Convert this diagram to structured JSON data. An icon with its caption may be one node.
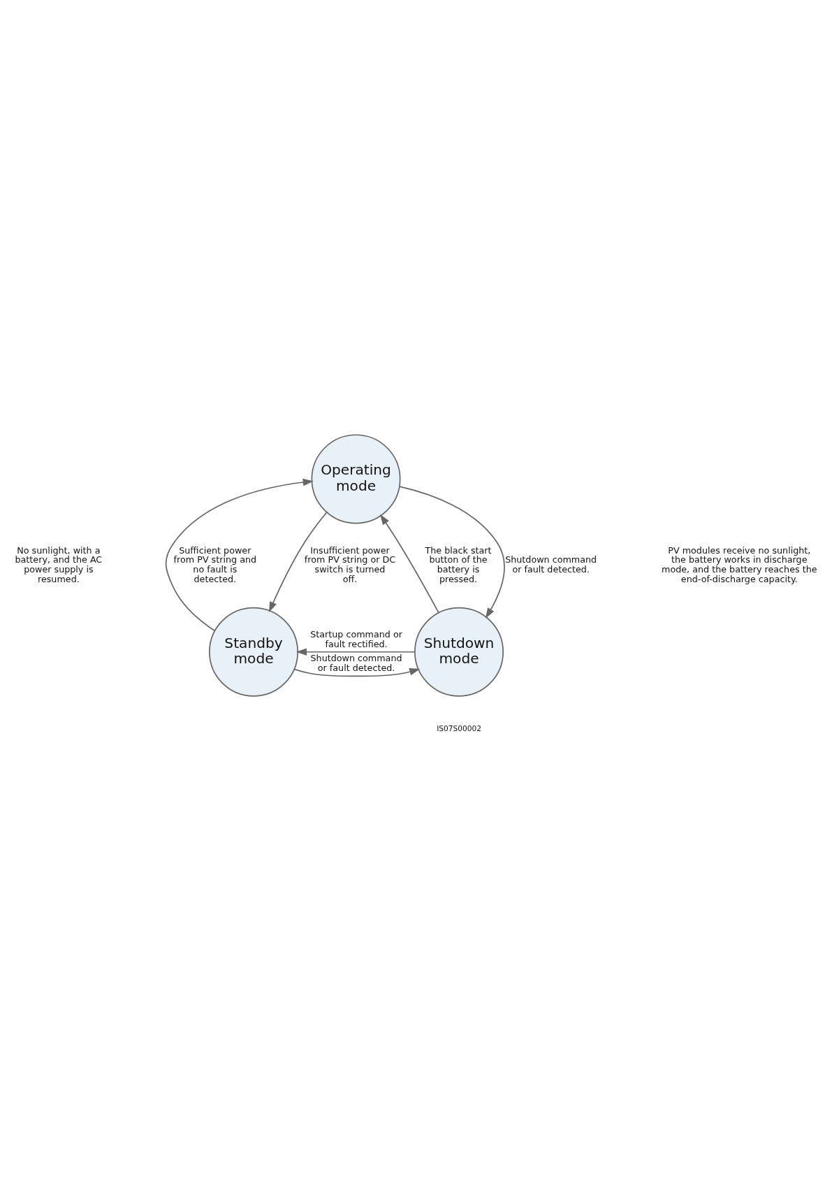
{
  "diagram": {
    "nodes": [
      {
        "text": [
          "Operating mode"
        ]
      },
      {
        "text": [
          "Standby mode"
        ]
      },
      {
        "text": [
          "Shutdown mode"
        ]
      }
    ],
    "edges": [
      {
        "from": 1,
        "to": 0,
        "arrow": "to",
        "label": "Sufficient power from PV string and no fault is detected."
      },
      {
        "from": 0,
        "to": 1,
        "arrow": "to",
        "label": "Insufficient power from PV string or DC switch is turned off."
      },
      {
        "from": 2,
        "to": 0,
        "arrow": "to",
        "label": "The black start button of the battery is pressed."
      },
      {
        "from": 0,
        "to": 2,
        "arrow": "to",
        "label": "Shutdown command or fault detected."
      },
      {
        "from": 1,
        "to": 2,
        "arrow": "to",
        "label": "Shutdown command or fault detected."
      },
      {
        "from": 2,
        "to": 1,
        "arrow": "to",
        "label": "Startup command or fault rectified."
      }
    ],
    "labels": [
      "No sunlight, with a battery, and the AC power supply is resumed.",
      "PV modules receive no sunlight, the battery works in discharge mode, and the battery reaches the end-of-discharge capacity.",
      "IS07S00002"
    ]
  }
}
